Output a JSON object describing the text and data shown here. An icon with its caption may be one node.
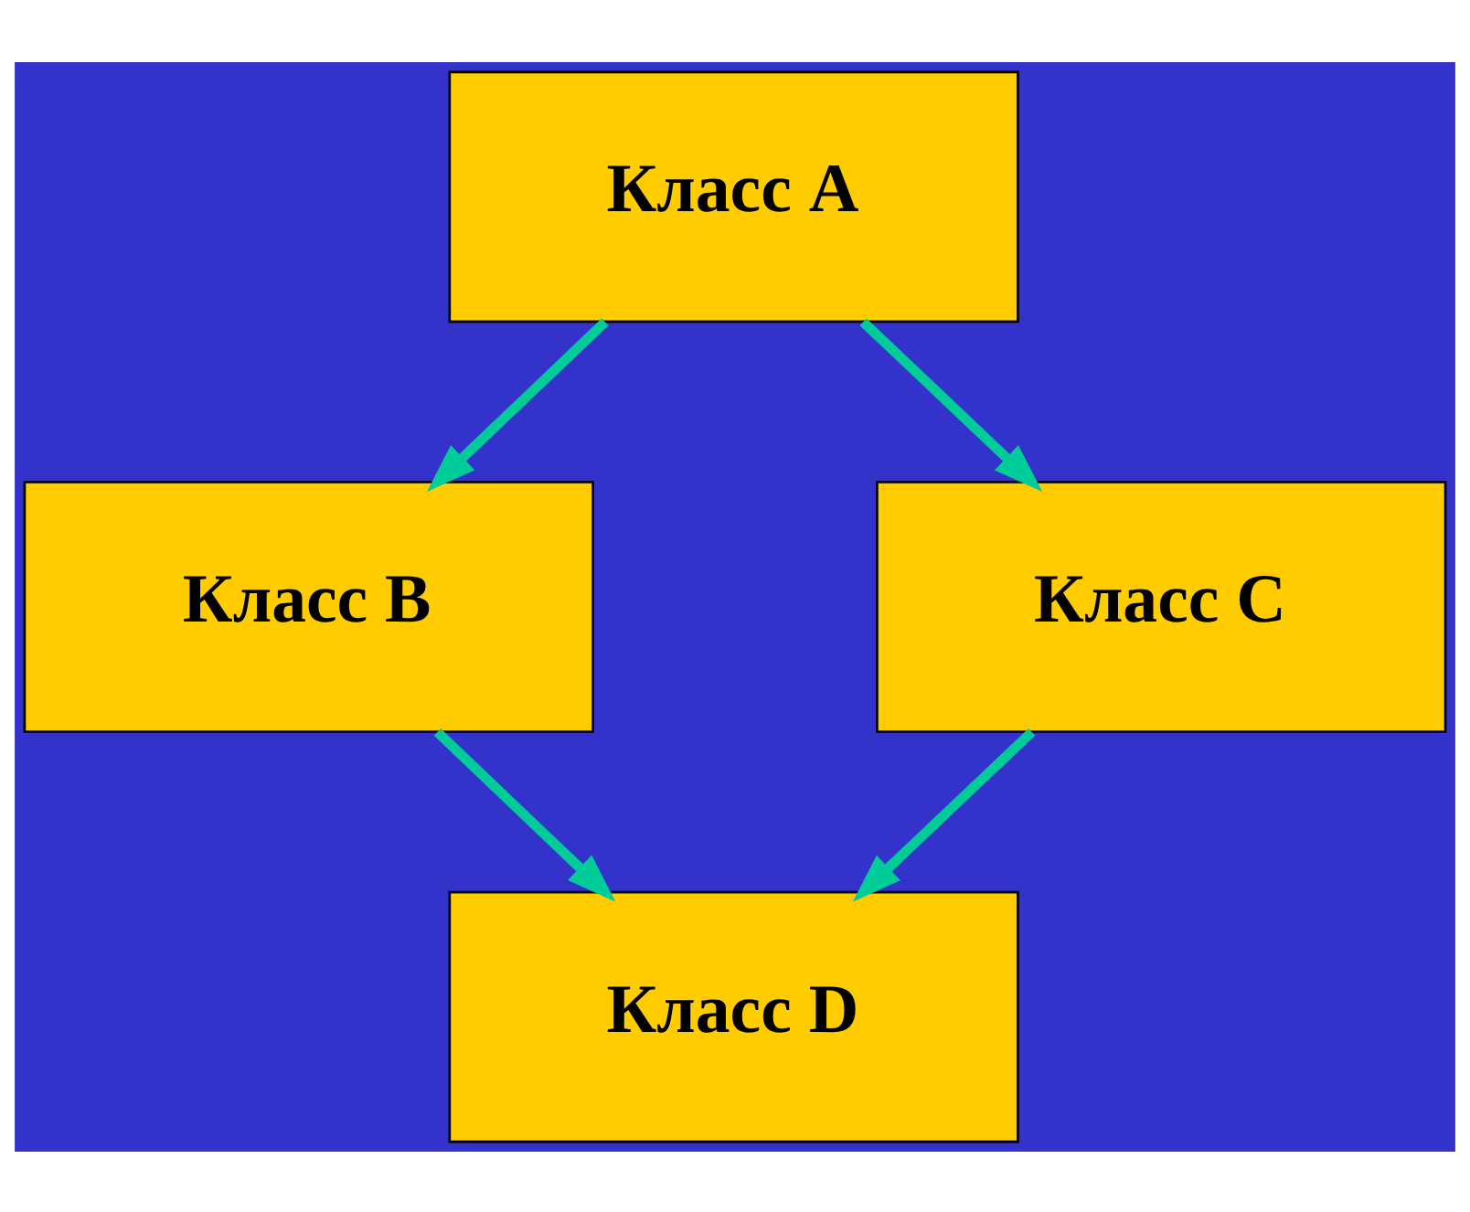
{
  "diagram": {
    "nodes": [
      {
        "text": [
          "Класс A"
        ]
      },
      {
        "text": [
          "Класс B"
        ]
      },
      {
        "text": [
          "Класс C"
        ]
      },
      {
        "text": [
          "Класс D"
        ]
      }
    ],
    "edges": [
      {
        "from": 0,
        "to": 1,
        "arrow": "to"
      },
      {
        "from": 0,
        "to": 2,
        "arrow": "to"
      },
      {
        "from": 1,
        "to": 3,
        "arrow": "to"
      },
      {
        "from": 2,
        "to": 3,
        "arrow": "to"
      }
    ]
  }
}
